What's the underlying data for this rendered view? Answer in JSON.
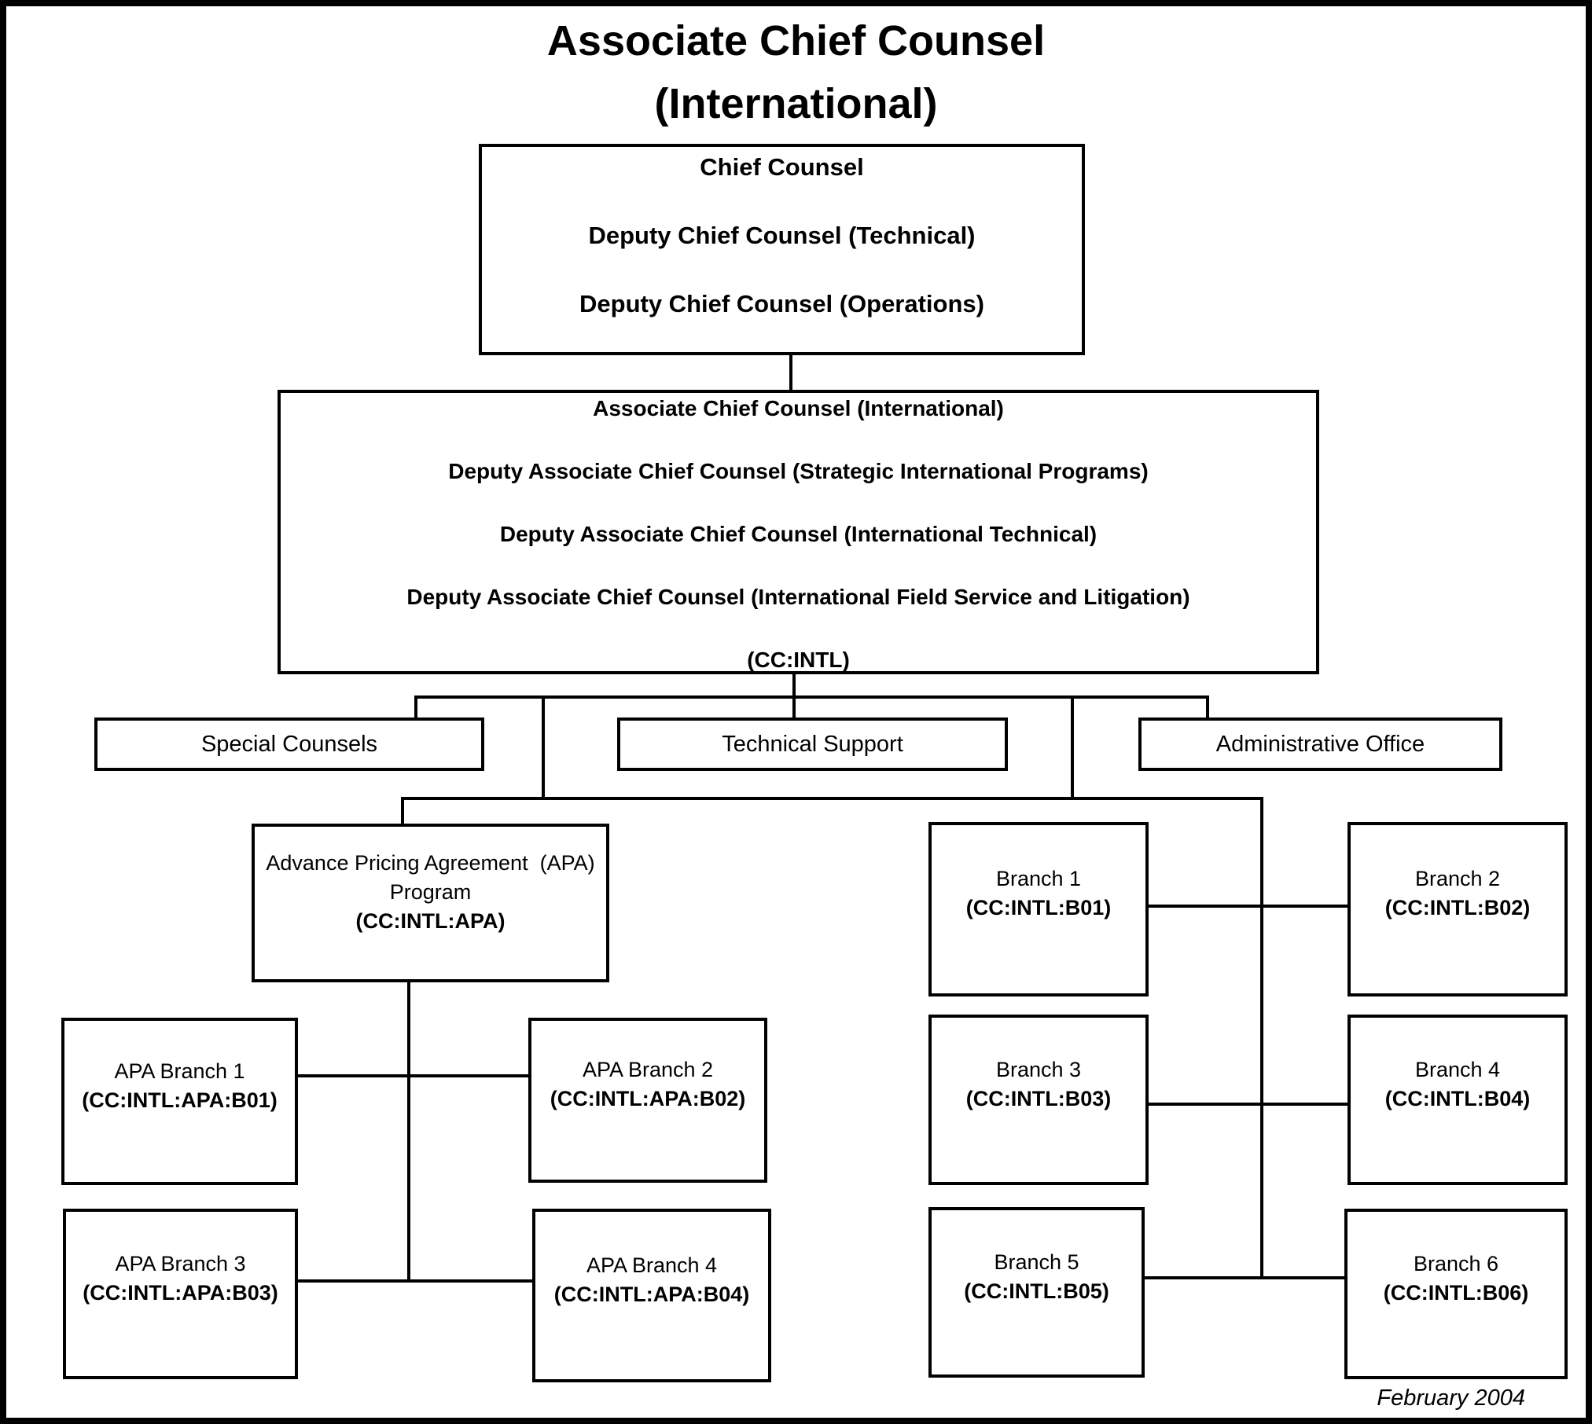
{
  "colors": {
    "ink": "#000000",
    "background": "#ffffff"
  },
  "title": {
    "line1": "Associate Chief Counsel",
    "line2": "(International)"
  },
  "chief_counsel_box": {
    "lines": [
      "Chief Counsel",
      "Deputy Chief Counsel (Technical)",
      "Deputy Chief Counsel (Operations)"
    ]
  },
  "intl_box": {
    "lines": [
      "Associate Chief Counsel (International)",
      "Deputy Associate Chief Counsel (Strategic International Programs)",
      "Deputy Associate Chief Counsel (International Technical)",
      "Deputy Associate Chief Counsel (International Field Service and Litigation)",
      "(CC:INTL)"
    ]
  },
  "offices": [
    {
      "label": "Special Counsels"
    },
    {
      "label": "Technical Support"
    },
    {
      "label": "Administrative Office"
    }
  ],
  "apa_program": {
    "name_line1": "Advance Pricing Agreement  (APA)",
    "name_line2": "Program",
    "code": "(CC:INTL:APA)"
  },
  "apa_branches": [
    {
      "name": "APA Branch 1",
      "code": "(CC:INTL:APA:B01)"
    },
    {
      "name": "APA Branch 2",
      "code": "(CC:INTL:APA:B02)"
    },
    {
      "name": "APA Branch 3",
      "code": "(CC:INTL:APA:B03)"
    },
    {
      "name": "APA Branch 4",
      "code": "(CC:INTL:APA:B04)"
    }
  ],
  "branches": [
    {
      "name": "Branch 1",
      "code": "(CC:INTL:B01)"
    },
    {
      "name": "Branch 2",
      "code": "(CC:INTL:B02)"
    },
    {
      "name": "Branch 3",
      "code": "(CC:INTL:B03)"
    },
    {
      "name": "Branch 4",
      "code": "(CC:INTL:B04)"
    },
    {
      "name": "Branch 5",
      "code": "(CC:INTL:B05)"
    },
    {
      "name": "Branch 6",
      "code": "(CC:INTL:B06)"
    }
  ],
  "footer": {
    "date": "February 2004"
  }
}
